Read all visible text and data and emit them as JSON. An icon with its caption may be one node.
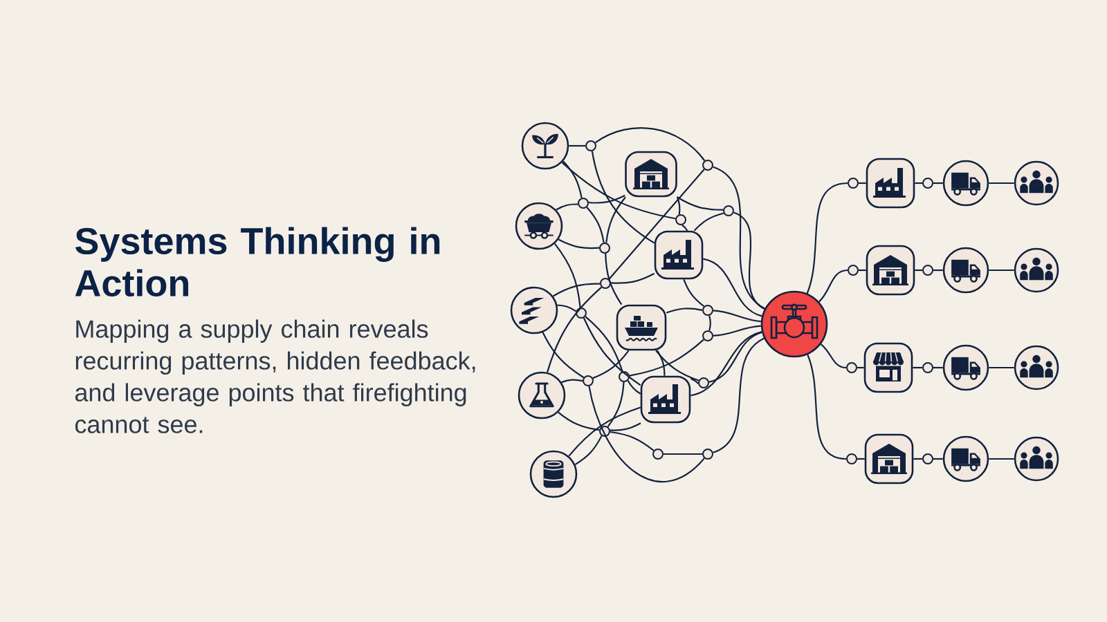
{
  "diagram": {
    "title": "Systems Thinking in Action",
    "caption": "Mapping a supply chain reveals recurring patterns, hidden feedback, and leverage points that firefighting cannot see.",
    "nodes": [
      {
        "text": [],
        "shape": "circle"
      },
      {
        "text": [],
        "shape": "circle"
      },
      {
        "text": [],
        "shape": "circle"
      },
      {
        "text": [],
        "shape": "circle"
      },
      {
        "text": [],
        "shape": "circle"
      },
      {
        "text": [],
        "shape": "box"
      },
      {
        "text": [],
        "shape": "box"
      },
      {
        "text": [],
        "shape": "box"
      },
      {
        "text": [],
        "shape": "box"
      },
      {
        "text": [],
        "shape": "circle"
      },
      {
        "text": [],
        "shape": "circle"
      },
      {
        "text": [],
        "shape": "circle"
      },
      {
        "text": [],
        "shape": "circle"
      },
      {
        "text": [],
        "shape": "circle"
      },
      {
        "text": [],
        "shape": "circle"
      },
      {
        "text": [],
        "shape": "circle"
      },
      {
        "text": [],
        "shape": "circle"
      },
      {
        "text": [],
        "shape": "circle"
      },
      {
        "text": [],
        "shape": "circle"
      },
      {
        "text": [],
        "shape": "circle"
      },
      {
        "text": [],
        "shape": "circle"
      },
      {
        "text": [],
        "shape": "circle"
      },
      {
        "text": [],
        "shape": "circle"
      },
      {
        "text": [],
        "shape": "circle"
      },
      {
        "text": [],
        "shape": "circle"
      },
      {
        "text": [],
        "shape": "circle"
      },
      {
        "text": [],
        "shape": "circle"
      },
      {
        "text": [],
        "shape": "box"
      },
      {
        "text": [],
        "shape": "circle"
      },
      {
        "text": [],
        "shape": "circle"
      },
      {
        "text": [],
        "shape": "circle"
      },
      {
        "text": [],
        "shape": "circle"
      },
      {
        "text": [],
        "shape": "box"
      },
      {
        "text": [],
        "shape": "circle"
      },
      {
        "text": [],
        "shape": "circle"
      },
      {
        "text": [],
        "shape": "circle"
      },
      {
        "text": [],
        "shape": "circle"
      },
      {
        "text": [],
        "shape": "box"
      },
      {
        "text": [],
        "shape": "circle"
      },
      {
        "text": [],
        "shape": "circle"
      },
      {
        "text": [],
        "shape": "circle"
      },
      {
        "text": [],
        "shape": "circle"
      },
      {
        "text": [],
        "shape": "box"
      },
      {
        "text": [],
        "shape": "circle"
      },
      {
        "text": [],
        "shape": "circle"
      },
      {
        "text": [],
        "shape": "circle"
      }
    ],
    "edges": [
      {
        "from": 0,
        "to": 9,
        "arrow": "none"
      },
      {
        "from": 0,
        "to": 11,
        "arrow": "none"
      },
      {
        "from": 0,
        "to": 13,
        "arrow": "none"
      },
      {
        "from": 9,
        "to": 10,
        "arrow": "none"
      },
      {
        "from": 9,
        "to": 6,
        "arrow": "none"
      },
      {
        "from": 1,
        "to": 11,
        "arrow": "none"
      },
      {
        "from": 1,
        "to": 14,
        "arrow": "none"
      },
      {
        "from": 1,
        "to": 17,
        "arrow": "none"
      },
      {
        "from": 11,
        "to": 5,
        "arrow": "none"
      },
      {
        "from": 11,
        "to": 14,
        "arrow": "none"
      },
      {
        "from": 5,
        "to": 14,
        "arrow": "none"
      },
      {
        "from": 5,
        "to": 13,
        "arrow": "none"
      },
      {
        "from": 5,
        "to": 12,
        "arrow": "none"
      },
      {
        "from": 10,
        "to": 15,
        "arrow": "none"
      },
      {
        "from": 10,
        "to": 25,
        "arrow": "none"
      },
      {
        "from": 13,
        "to": 6,
        "arrow": "none"
      },
      {
        "from": 12,
        "to": 6,
        "arrow": "none"
      },
      {
        "from": 12,
        "to": 25,
        "arrow": "none"
      },
      {
        "from": 14,
        "to": 7,
        "arrow": "none"
      },
      {
        "from": 2,
        "to": 15,
        "arrow": "none"
      },
      {
        "from": 15,
        "to": 6,
        "arrow": "none"
      },
      {
        "from": 2,
        "to": 17,
        "arrow": "none"
      },
      {
        "from": 2,
        "to": 20,
        "arrow": "none"
      },
      {
        "from": 17,
        "to": 19,
        "arrow": "none"
      },
      {
        "from": 17,
        "to": 8,
        "arrow": "none"
      },
      {
        "from": 3,
        "to": 20,
        "arrow": "none"
      },
      {
        "from": 3,
        "to": 22,
        "arrow": "none"
      },
      {
        "from": 3,
        "to": 15,
        "arrow": "none"
      },
      {
        "from": 20,
        "to": 7,
        "arrow": "none"
      },
      {
        "from": 20,
        "to": 24,
        "arrow": "none"
      },
      {
        "from": 19,
        "to": 8,
        "arrow": "none"
      },
      {
        "from": 19,
        "to": 22,
        "arrow": "none"
      },
      {
        "from": 19,
        "to": 18,
        "arrow": "none"
      },
      {
        "from": 7,
        "to": 8,
        "arrow": "none"
      },
      {
        "from": 7,
        "to": 21,
        "arrow": "none"
      },
      {
        "from": 7,
        "to": 16,
        "arrow": "none"
      },
      {
        "from": 6,
        "to": 16,
        "arrow": "none"
      },
      {
        "from": 16,
        "to": 18,
        "arrow": "none"
      },
      {
        "from": 16,
        "to": 25,
        "arrow": "none"
      },
      {
        "from": 18,
        "to": 25,
        "arrow": "none"
      },
      {
        "from": 6,
        "to": 25,
        "arrow": "none"
      },
      {
        "from": 8,
        "to": 21,
        "arrow": "none"
      },
      {
        "from": 8,
        "to": 25,
        "arrow": "none"
      },
      {
        "from": 21,
        "to": 25,
        "arrow": "none"
      },
      {
        "from": 4,
        "to": 22,
        "arrow": "none"
      },
      {
        "from": 4,
        "to": 8,
        "arrow": "none"
      },
      {
        "from": 22,
        "to": 8,
        "arrow": "none"
      },
      {
        "from": 22,
        "to": 23,
        "arrow": "none"
      },
      {
        "from": 23,
        "to": 24,
        "arrow": "none"
      },
      {
        "from": 24,
        "to": 25,
        "arrow": "none"
      },
      {
        "from": 25,
        "to": 26,
        "arrow": "none"
      },
      {
        "from": 25,
        "to": 31,
        "arrow": "none"
      },
      {
        "from": 25,
        "to": 36,
        "arrow": "none"
      },
      {
        "from": 25,
        "to": 41,
        "arrow": "none"
      },
      {
        "from": 26,
        "to": 27,
        "arrow": "none"
      },
      {
        "from": 27,
        "to": 28,
        "arrow": "none"
      },
      {
        "from": 28,
        "to": 29,
        "arrow": "none"
      },
      {
        "from": 29,
        "to": 30,
        "arrow": "none"
      },
      {
        "from": 31,
        "to": 32,
        "arrow": "none"
      },
      {
        "from": 32,
        "to": 33,
        "arrow": "none"
      },
      {
        "from": 33,
        "to": 34,
        "arrow": "none"
      },
      {
        "from": 34,
        "to": 35,
        "arrow": "none"
      },
      {
        "from": 36,
        "to": 37,
        "arrow": "none"
      },
      {
        "from": 37,
        "to": 38,
        "arrow": "none"
      },
      {
        "from": 38,
        "to": 39,
        "arrow": "none"
      },
      {
        "from": 39,
        "to": 40,
        "arrow": "none"
      },
      {
        "from": 41,
        "to": 42,
        "arrow": "none"
      },
      {
        "from": 42,
        "to": 43,
        "arrow": "none"
      },
      {
        "from": 43,
        "to": 44,
        "arrow": "none"
      },
      {
        "from": 44,
        "to": 45,
        "arrow": "none"
      }
    ]
  }
}
